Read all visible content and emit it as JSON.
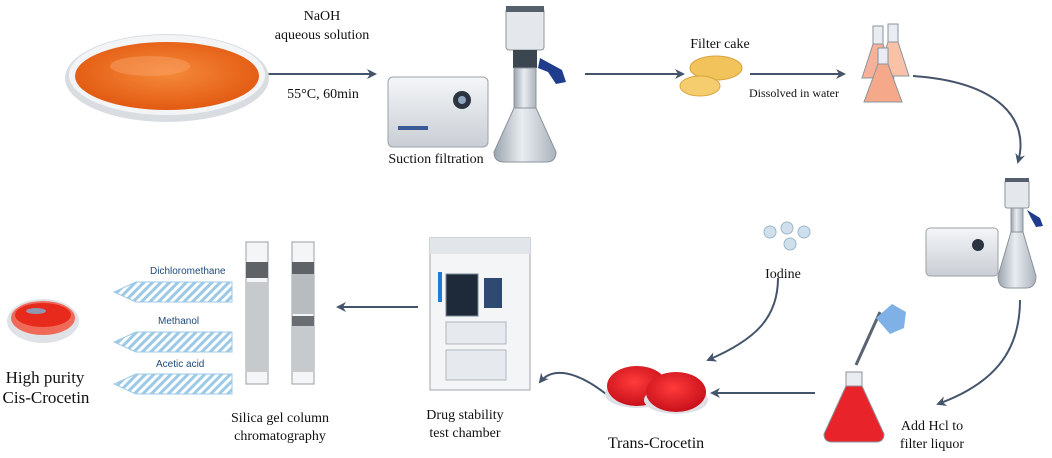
{
  "step1": {
    "reagent": "NaOH",
    "reagent_line2": "aqueous solution",
    "conditions": "55°C, 60min"
  },
  "suction_filtration": "Suction filtration",
  "filter_cake": "Filter cake",
  "dissolved": "Dissolved in water",
  "iodine": "Iodine",
  "add_hcl_line1": "Add Hcl to",
  "add_hcl_line2": "filter liquor",
  "trans_crocetin": "Trans-Crocetin",
  "chamber_line1": "Drug stability",
  "chamber_line2": "test chamber",
  "column_line1": "Silica gel column",
  "column_line2": "chromatography",
  "solvents": [
    "Dichloromethane",
    "Methanol",
    "Acetic acid"
  ],
  "product_line1": "High purity",
  "product_line2": "Cis-Crocetin",
  "colors": {
    "arrow": "#44546a",
    "powder_orange": "#ee6a1e",
    "red": "#e8242a",
    "flask_pink": "#f7b199",
    "vacuum_blue": "#1f3d8c",
    "solvent_arrow": "#9cc9e6"
  }
}
